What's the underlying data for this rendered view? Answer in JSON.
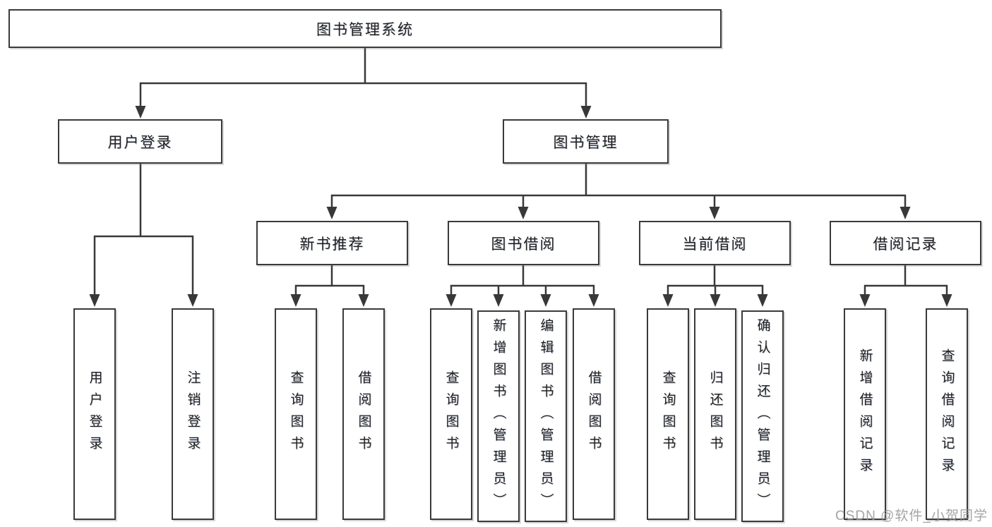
{
  "diagram_type": "hierarchy-flowchart",
  "colors": {
    "line": "#383838",
    "box_border": "#3a3a3a",
    "text": "#1e1e1e",
    "background": "#ffffff",
    "watermark": "#949494"
  },
  "nodes": {
    "root": "图书管理系统",
    "user_login": "用户登录",
    "book_mgmt": "图书管理",
    "new_book_rec": "新书推荐",
    "book_borrow": "图书借阅",
    "current_borrow": "当前借阅",
    "borrow_records": "借阅记录",
    "leaf_user_login": "用户登录",
    "leaf_logout": "注销登录",
    "leaf_query_book_rec": "查询图书",
    "leaf_borrow_book_rec": "借阅图书",
    "leaf_query_book_borrow": "查询图书",
    "leaf_add_book_admin": "新增图书（管理员）",
    "leaf_edit_book_admin": "编辑图书（管理员）",
    "leaf_borrow_book_borrow": "借阅图书",
    "leaf_query_book_current": "查询图书",
    "leaf_return_book": "归还图书",
    "leaf_confirm_return_admin": "确认归还（管理员）",
    "leaf_add_borrow_record": "新增借阅记录",
    "leaf_query_borrow_record": "查询借阅记录"
  },
  "watermark": "CSDN @软件_小贺同学"
}
